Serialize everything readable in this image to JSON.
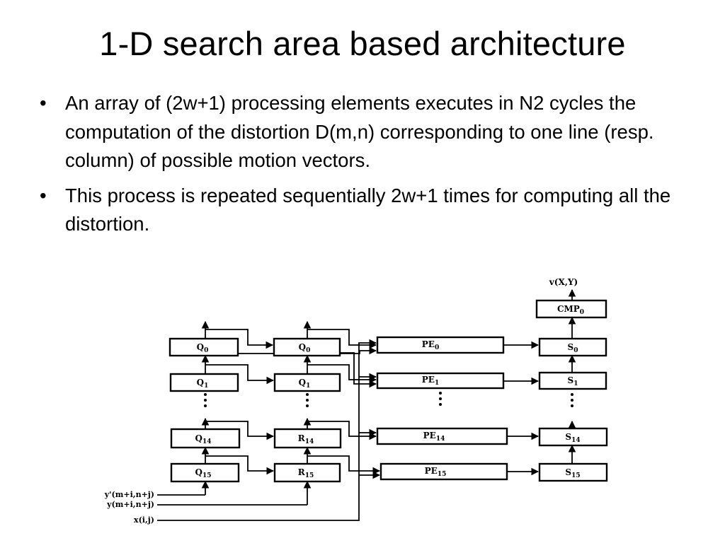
{
  "slide": {
    "title": "1-D search area based architecture",
    "bullets": [
      "An array of (2w+1) processing elements executes in N2 cycles the computation of the distortion D(m,n) corresponding to one line (resp. column) of possible motion vectors.",
      "This process is repeated sequentially 2w+1 times for computing all the distortion."
    ]
  },
  "diagram": {
    "output_label": "v(X,Y)",
    "cmp_label": "CMP",
    "cmp_sub": "0",
    "q_col1": [
      {
        "main": "Q",
        "sub": "0"
      },
      {
        "main": "Q",
        "sub": "1"
      },
      {
        "main": "Q",
        "sub": "14"
      },
      {
        "main": "Q",
        "sub": "15"
      }
    ],
    "q_col2": [
      {
        "main": "Q",
        "sub": "0"
      },
      {
        "main": "Q",
        "sub": "1"
      },
      {
        "main": "R",
        "sub": "14"
      },
      {
        "main": "R",
        "sub": "15"
      }
    ],
    "pe": [
      {
        "main": "PE",
        "sub": "0"
      },
      {
        "main": "PE",
        "sub": "1"
      },
      {
        "main": "PE",
        "sub": "14"
      },
      {
        "main": "PE",
        "sub": "15"
      }
    ],
    "s": [
      {
        "main": "S",
        "sub": "0"
      },
      {
        "main": "S",
        "sub": "1"
      },
      {
        "main": "S",
        "sub": "14"
      },
      {
        "main": "S",
        "sub": "15"
      }
    ],
    "inputs": [
      "y'(m+i,n+j)",
      "y(m+i,n+j)",
      "x(i,j)"
    ]
  }
}
